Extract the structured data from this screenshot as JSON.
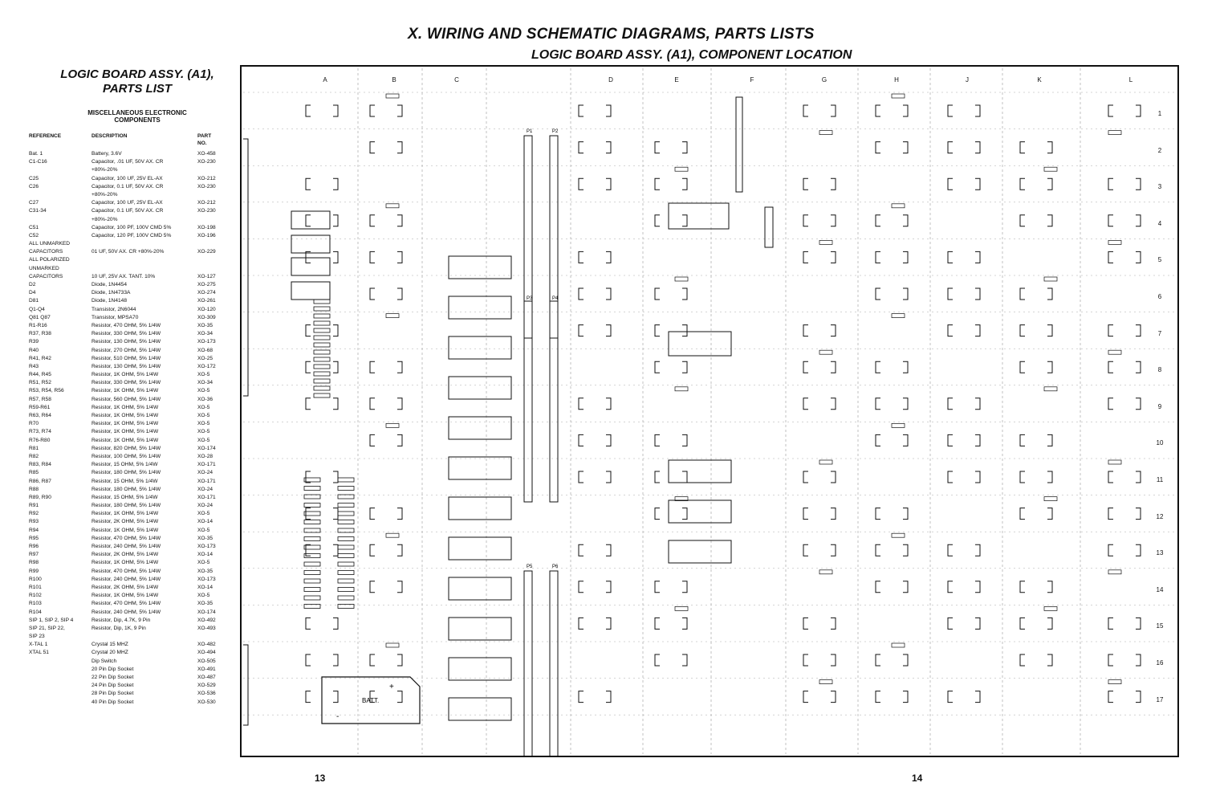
{
  "header": {
    "title": "X. WIRING AND SCHEMATIC DIAGRAMS, PARTS LISTS",
    "subtitle": "LOGIC BOARD ASSY. (A1), COMPONENT LOCATION"
  },
  "parts_list": {
    "title_line1": "LOGIC BOARD ASSY. (A1),",
    "title_line2": "PARTS LIST",
    "section_line1": "MISCELLANEOUS ELECTRONIC",
    "section_line2": "COMPONENTS",
    "col_reference": "REFERENCE",
    "col_description": "DESCRIPTION",
    "col_part_line1": "PART",
    "col_part_line2": "NO.",
    "rows": [
      {
        "ref": "Bat. 1",
        "desc": "Battery, 3.6V",
        "part": "XO-458"
      },
      {
        "ref": "C1-C16",
        "desc": "Capacitor, .01 UF, 50V AX. CR",
        "part": "XO-230"
      },
      {
        "ref": "",
        "desc": "+80%-20%",
        "part": ""
      },
      {
        "ref": "C25",
        "desc": "Capacitor, 100 UF, 25V EL-AX",
        "part": "XO-212"
      },
      {
        "ref": "C26",
        "desc": "Capacitor, 0.1 UF, 50V AX. CR",
        "part": "XO-230"
      },
      {
        "ref": "",
        "desc": "+80%-20%",
        "part": ""
      },
      {
        "ref": "C27",
        "desc": "Capacitor, 100 UF, 25V EL-AX",
        "part": "XO-212"
      },
      {
        "ref": "C31-34",
        "desc": "Capacitor, 0.1 UF, 50V AX. CR",
        "part": "XO-230"
      },
      {
        "ref": "",
        "desc": "+80%-20%",
        "part": ""
      },
      {
        "ref": "C51",
        "desc": "Capacitor, 100 PF, 100V CMD 5%",
        "part": "XO-198"
      },
      {
        "ref": "C52",
        "desc": "Capacitor, 120 PF, 100V CMD 5%",
        "part": "XO-196"
      },
      {
        "ref": "ALL UNMARKED",
        "desc": "",
        "part": ""
      },
      {
        "ref": "CAPACITORS",
        "desc": "01 UF, 50V AX. CR +80%-20%",
        "part": "XO-229"
      },
      {
        "ref": "ALL POLARIZED",
        "desc": "",
        "part": ""
      },
      {
        "ref": "UNMARKED",
        "desc": "",
        "part": ""
      },
      {
        "ref": "CAPACITORS",
        "desc": "10 UF, 25V AX. TANT. 10%",
        "part": "XO-127"
      },
      {
        "ref": "D2",
        "desc": "Diode, 1N4454",
        "part": "XO-275"
      },
      {
        "ref": "D4",
        "desc": "Diode, 1N4733A",
        "part": "XO-274"
      },
      {
        "ref": "D81",
        "desc": "Diode, 1N4148",
        "part": "XO-261"
      },
      {
        "ref": "Q1-Q4",
        "desc": "Transistor, 2N6044",
        "part": "XO-120"
      },
      {
        "ref": "Q81 Q87",
        "desc": "Transistor, MPSA70",
        "part": "XO-309"
      },
      {
        "ref": "R1-R16",
        "desc": "Resistor, 470 OHM, 5% 1/4W",
        "part": "XO-35"
      },
      {
        "ref": "R37, R38",
        "desc": "Resistor, 330 OHM, 5% 1/4W",
        "part": "XO-34"
      },
      {
        "ref": "R39",
        "desc": "Resistor, 130 OHM, 5% 1/4W",
        "part": "XO-173"
      },
      {
        "ref": "R40",
        "desc": "Resistor, 270 OHM, 5% 1/4W",
        "part": "XO-68"
      },
      {
        "ref": "R41, R42",
        "desc": "Resistor, 510 OHM, 5% 1/4W",
        "part": "XO-25"
      },
      {
        "ref": "R43",
        "desc": "Resistor, 130 OHM, 5% 1/4W",
        "part": "XO-172"
      },
      {
        "ref": "R44, R45",
        "desc": "Resistor, 1K OHM, 5% 1/4W",
        "part": "XO-5"
      },
      {
        "ref": "R51, R52",
        "desc": "Resistor, 330 OHM, 5% 1/4W",
        "part": "XO-34"
      },
      {
        "ref": "R53, R54, R56",
        "desc": "Resistor, 1K OHM, 5% 1/4W",
        "part": "XO-5"
      },
      {
        "ref": "R57, R58",
        "desc": "Resistor, 560 OHM, 5% 1/4W",
        "part": "XO-36"
      },
      {
        "ref": "R59-R61",
        "desc": "Resistor, 1K OHM, 5% 1/4W",
        "part": "XO-5"
      },
      {
        "ref": "R63, R64",
        "desc": "Resistor, 1K OHM, 5% 1/4W",
        "part": "XO-5"
      },
      {
        "ref": "R70",
        "desc": "Resistor, 1K OHM, 5% 1/4W",
        "part": "XO-5"
      },
      {
        "ref": "R73, R74",
        "desc": "Resistor, 1K OHM, 5% 1/4W",
        "part": "XO-5"
      },
      {
        "ref": "R76-R80",
        "desc": "Resistor, 1K OHM, 5% 1/4W",
        "part": "XO-5"
      },
      {
        "ref": "R81",
        "desc": "Resistor, 820 OHM, 5% 1/4W",
        "part": "XO-174"
      },
      {
        "ref": "R82",
        "desc": "Resistor, 100 OHM, 5% 1/4W",
        "part": "XO-28"
      },
      {
        "ref": "R83, R84",
        "desc": "Resistor, 15 OHM, 5% 1/4W",
        "part": "XO-171"
      },
      {
        "ref": "R85",
        "desc": "Resistor, 180 OHM, 5% 1/4W",
        "part": "XO-24"
      },
      {
        "ref": "R86, R87",
        "desc": "Resistor, 15 OHM, 5% 1/4W",
        "part": "XO-171"
      },
      {
        "ref": "R88",
        "desc": "Resistor, 180 OHM, 5% 1/4W",
        "part": "XO-24"
      },
      {
        "ref": "R89, R90",
        "desc": "Resistor, 15 OHM, 5% 1/4W",
        "part": "XO-171"
      },
      {
        "ref": "R91",
        "desc": "Resistor, 180 OHM, 5% 1/4W",
        "part": "XO-24"
      },
      {
        "ref": "R92",
        "desc": "Resistor, 1K OHM, 5% 1/4W",
        "part": "XO-5"
      },
      {
        "ref": "R93",
        "desc": "Resistor, 2K OHM, 5% 1/4W",
        "part": "XO-14"
      },
      {
        "ref": "R94",
        "desc": "Resistor, 1K OHM, 5% 1/4W",
        "part": "XO-5"
      },
      {
        "ref": "R95",
        "desc": "Resistor, 470 OHM, 5% 1/4W",
        "part": "XO-35"
      },
      {
        "ref": "R96",
        "desc": "Resistor, 240 OHM, 5% 1/4W",
        "part": "XO-173"
      },
      {
        "ref": "R97",
        "desc": "Resistor, 2K OHM, 5% 1/4W",
        "part": "XO-14"
      },
      {
        "ref": "R98",
        "desc": "Resistor, 1K OHM, 5% 1/4W",
        "part": "XO-5"
      },
      {
        "ref": "R99",
        "desc": "Resistor, 470 OHM, 5% 1/4W",
        "part": "XO-35"
      },
      {
        "ref": "R100",
        "desc": "Resistor, 240 OHM, 5% 1/4W",
        "part": "XO-173"
      },
      {
        "ref": "R101",
        "desc": "Resistor, 2K OHM, 5% 1/4W",
        "part": "XO-14"
      },
      {
        "ref": "R102",
        "desc": "Resistor, 1K OHM, 5% 1/4W",
        "part": "XO-5"
      },
      {
        "ref": "R103",
        "desc": "Resistor, 470 OHM, 5% 1/4W",
        "part": "XO-35"
      },
      {
        "ref": "R104",
        "desc": "Resistor, 240 OHM, 5% 1/4W",
        "part": "XO-174"
      },
      {
        "ref": "SIP 1, SIP 2, SIP 4",
        "desc": "Resistor, Dip, 4.7K, 9 Pin",
        "part": "XO-492"
      },
      {
        "ref": "SIP 21, SIP 22,",
        "desc": "Resistor, Dip, 1K, 9 Pin",
        "part": "XO-493"
      },
      {
        "ref": "SIP 23",
        "desc": "",
        "part": ""
      },
      {
        "ref": "X-TAL 1",
        "desc": "Crystal 15 MHZ",
        "part": "XO-482"
      },
      {
        "ref": "XTAL 51",
        "desc": "Crystal 20 MHZ",
        "part": "XO-494"
      },
      {
        "ref": "",
        "desc": "Dip Switch",
        "part": "XO-505"
      },
      {
        "ref": "",
        "desc": "20 Pin Dip Socket",
        "part": "XO-491"
      },
      {
        "ref": "",
        "desc": "22 Pin Dip Socket",
        "part": "XO-487"
      },
      {
        "ref": "",
        "desc": "24 Pin Dip Socket",
        "part": "XO-529"
      },
      {
        "ref": "",
        "desc": "28 Pin Dip Socket",
        "part": "XO-536"
      },
      {
        "ref": "",
        "desc": "40 Pin Dip Socket",
        "part": "XO-530"
      }
    ]
  },
  "board": {
    "columns": [
      "A",
      "B",
      "C",
      "D",
      "E",
      "F",
      "G",
      "H",
      "J",
      "K",
      "L"
    ],
    "rows": [
      "1",
      "2",
      "3",
      "4",
      "5",
      "6",
      "7",
      "8",
      "9",
      "10",
      "11",
      "12",
      "13",
      "14",
      "15",
      "16",
      "17"
    ],
    "battery_label": "BATT.",
    "battery_plus": "+",
    "battery_minus": "-",
    "connector_labels": [
      "P1",
      "P2",
      "P3",
      "P4",
      "P5",
      "P6"
    ]
  },
  "pages": {
    "left": "13",
    "right": "14"
  }
}
